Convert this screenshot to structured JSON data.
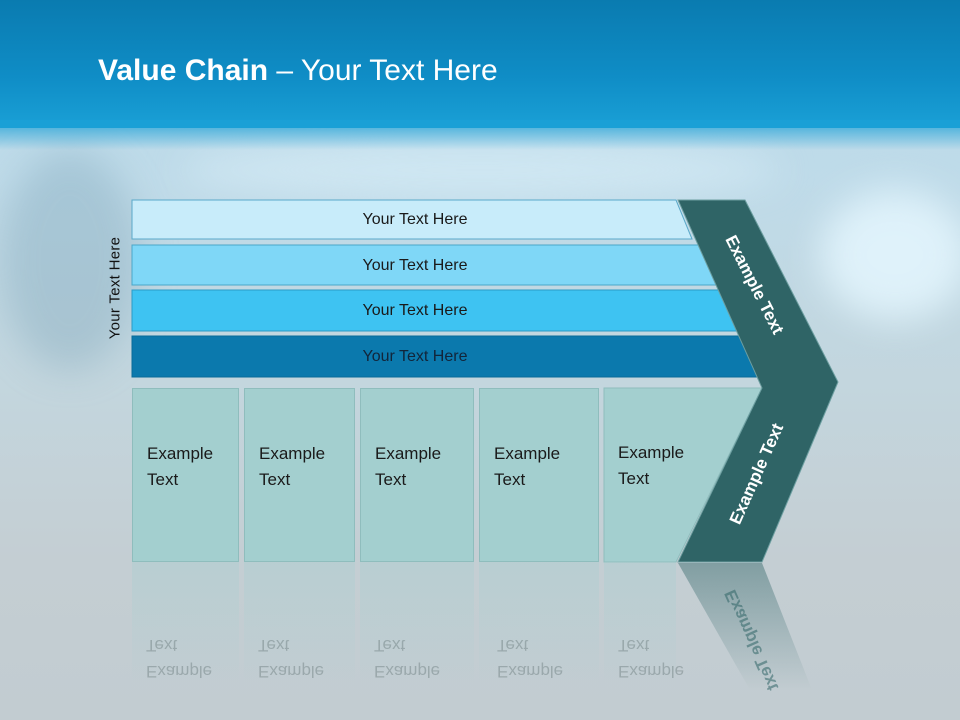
{
  "slide": {
    "title_bold": "Value Chain",
    "title_rest": " – Your Text Here",
    "side_label": "Your Text Here"
  },
  "bars": [
    {
      "label": "Your Text Here",
      "color": "#c8ecfa"
    },
    {
      "label": "Your Text Here",
      "color": "#7fd7f7"
    },
    {
      "label": "Your Text Here",
      "color": "#3ec3f2"
    },
    {
      "label": "Your Text Here",
      "color": "#0b79ad"
    }
  ],
  "cells": [
    {
      "line1": "Example",
      "line2": "Text"
    },
    {
      "line1": "Example",
      "line2": "Text"
    },
    {
      "line1": "Example",
      "line2": "Text"
    },
    {
      "line1": "Example",
      "line2": "Text"
    },
    {
      "line1": "Example",
      "line2": "Text"
    }
  ],
  "chevron": {
    "upper_label": "Example Text",
    "lower_label": "Example Text",
    "color": "#2f6466"
  }
}
